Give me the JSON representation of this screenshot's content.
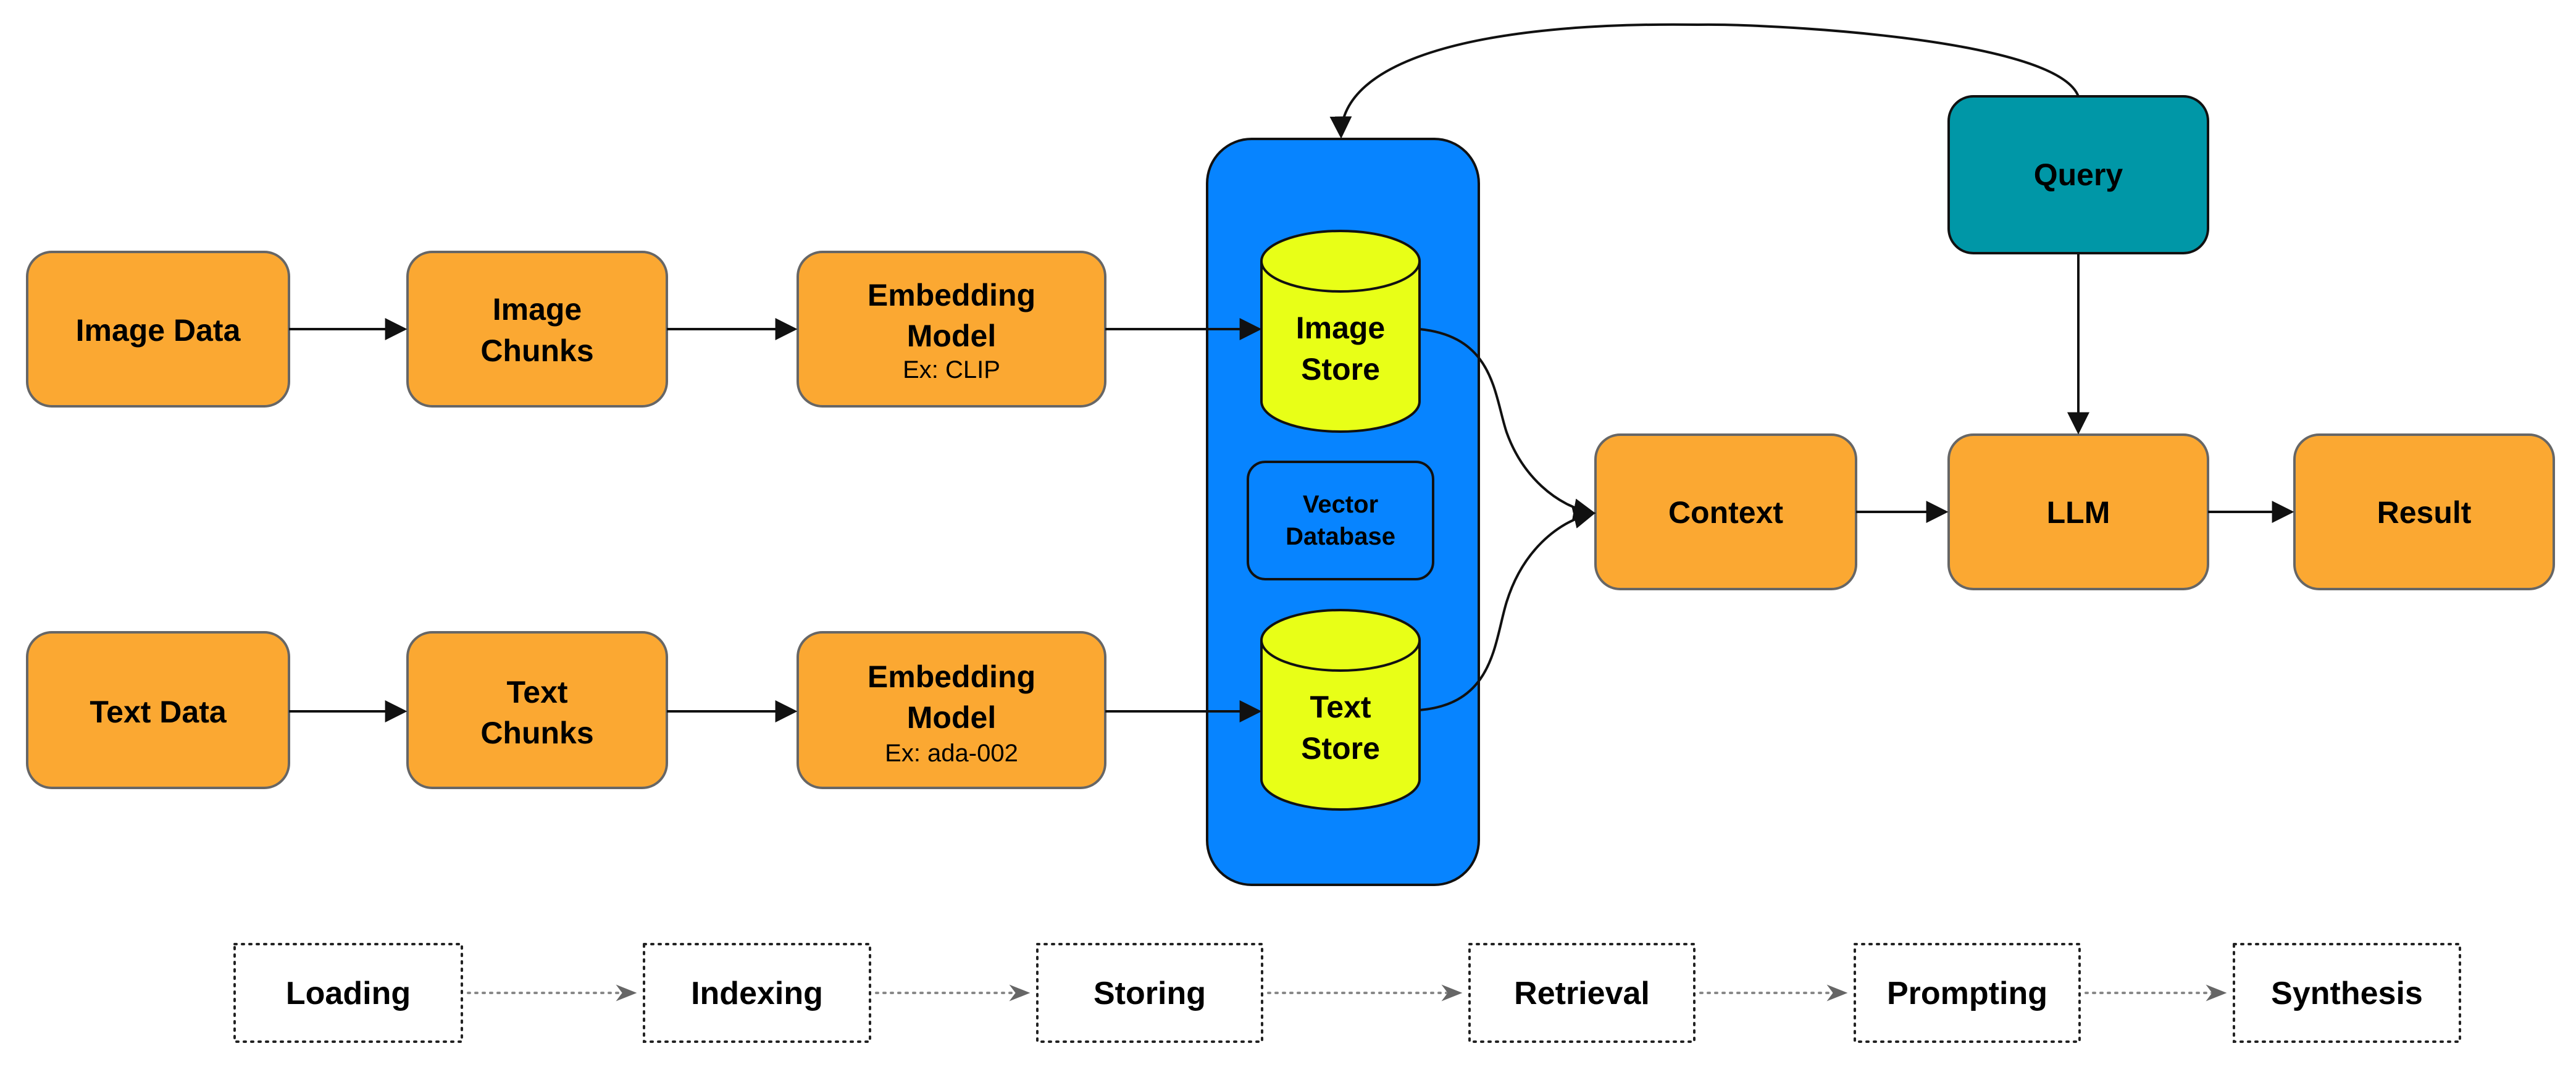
{
  "nodes": {
    "image_data": "Image Data",
    "image_chunks": [
      "Image",
      "Chunks"
    ],
    "image_embedding": {
      "title": [
        "Embedding",
        "Model"
      ],
      "example": "Ex: CLIP"
    },
    "text_data": "Text Data",
    "text_chunks": [
      "Text",
      "Chunks"
    ],
    "text_embedding": {
      "title": [
        "Embedding",
        "Model"
      ],
      "example": "Ex: ada-002"
    },
    "image_store": [
      "Image",
      "Store"
    ],
    "vector_database": [
      "Vector",
      "Database"
    ],
    "text_store": [
      "Text",
      "Store"
    ],
    "query": "Query",
    "context": "Context",
    "llm": "LLM",
    "result": "Result"
  },
  "stages": [
    "Loading",
    "Indexing",
    "Storing",
    "Retrieval",
    "Prompting",
    "Synthesis"
  ],
  "colors": {
    "process_node": "#FBA832",
    "query_node": "#0097A7",
    "vector_database": "#0784FF",
    "store_cylinder": "#E8FF17"
  }
}
